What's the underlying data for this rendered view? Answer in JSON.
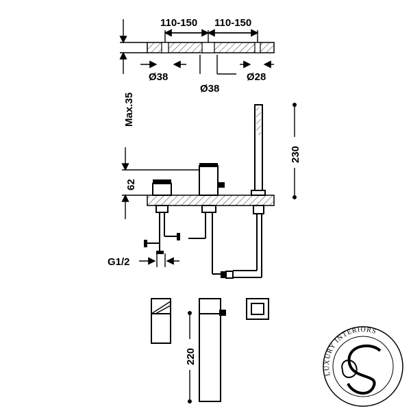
{
  "dimensions": {
    "top_left_spacing": "110-150",
    "top_right_spacing": "110-150",
    "dia_left": "Ø38",
    "dia_center": "Ø38",
    "dia_right": "Ø28",
    "max_deck": "Max.35",
    "height_62": "62",
    "height_230": "230",
    "thread": "G1/2",
    "height_220": "220"
  },
  "logo": {
    "text": "LUXURY INTERIORS"
  }
}
